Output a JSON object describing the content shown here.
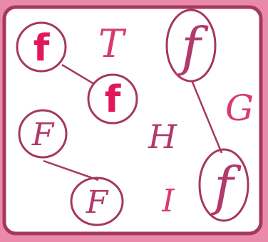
{
  "colors": {
    "background": "#ea8aaa",
    "card": "#ffffff",
    "card_border": "#a53860",
    "ring": "#a53860",
    "link_line": "#a53860",
    "bold_letter": "#e0185a",
    "script_ring_letter": "#b23a6a",
    "script_loose_letter": "#d83a72"
  },
  "letters": {
    "f_bold_top_left": "f",
    "f_bold_mid": "f",
    "T_loose": "T",
    "f_script_top_right": "f",
    "G_loose": "G",
    "F_script_left": "F",
    "H_loose": "H",
    "F_script_bottom": "F",
    "I_loose": "I",
    "f_script_bottom_right": "f"
  }
}
